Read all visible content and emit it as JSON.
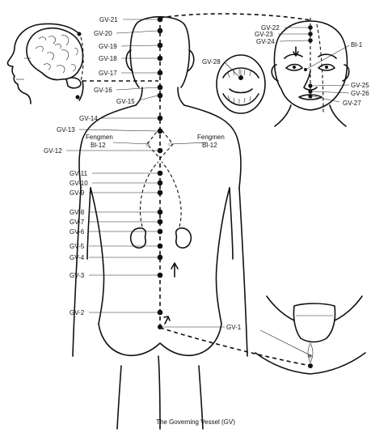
{
  "caption": "The Governing Vessel (GV)",
  "points": {
    "gv21": "GV-21",
    "gv20": "GV-20",
    "gv19": "GV-19",
    "gv18": "GV-18",
    "gv17": "GV-17",
    "gv16": "GV-16",
    "gv15": "GV-15",
    "gv14": "GV-14",
    "gv13": "GV-13",
    "gv12": "GV-12",
    "gv11": "GV-11",
    "gv10": "GV-10",
    "gv9": "GV-9",
    "gv8": "GV-8",
    "gv7": "GV-7",
    "gv6": "GV-6",
    "gv5": "GV-5",
    "gv4": "GV-4",
    "gv3": "GV-3",
    "gv2": "GV-2",
    "gv1": "GV-1",
    "gv22": "GV-22",
    "gv23": "GV-23",
    "gv24": "GV-24",
    "gv25": "GV-25",
    "gv26": "GV-26",
    "gv27": "GV-27",
    "gv28": "GV-28",
    "bl1": "Bl-1"
  },
  "fengmen": {
    "name": "Fengmen",
    "code": "Bl-12"
  }
}
